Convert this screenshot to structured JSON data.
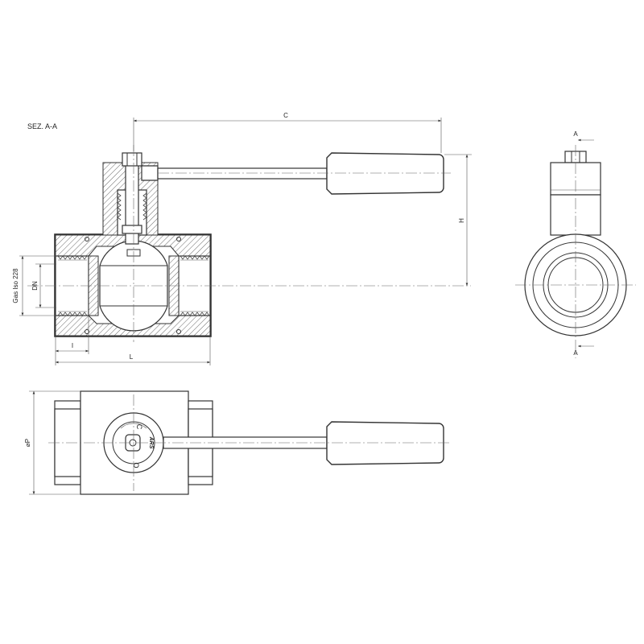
{
  "section_title": "SEZ. A-A",
  "dimensions": {
    "c": "C",
    "h": "H",
    "i": "I",
    "l": "L",
    "dn": "DN",
    "gas_thread": "Gas Iso 228",
    "diameter_p": "⌀P",
    "section_marker": "A"
  },
  "handle_markings": {
    "closed": "C",
    "open": "O",
    "logo": "ARS"
  },
  "colors": {
    "line": "#333333",
    "background": "#ffffff"
  }
}
